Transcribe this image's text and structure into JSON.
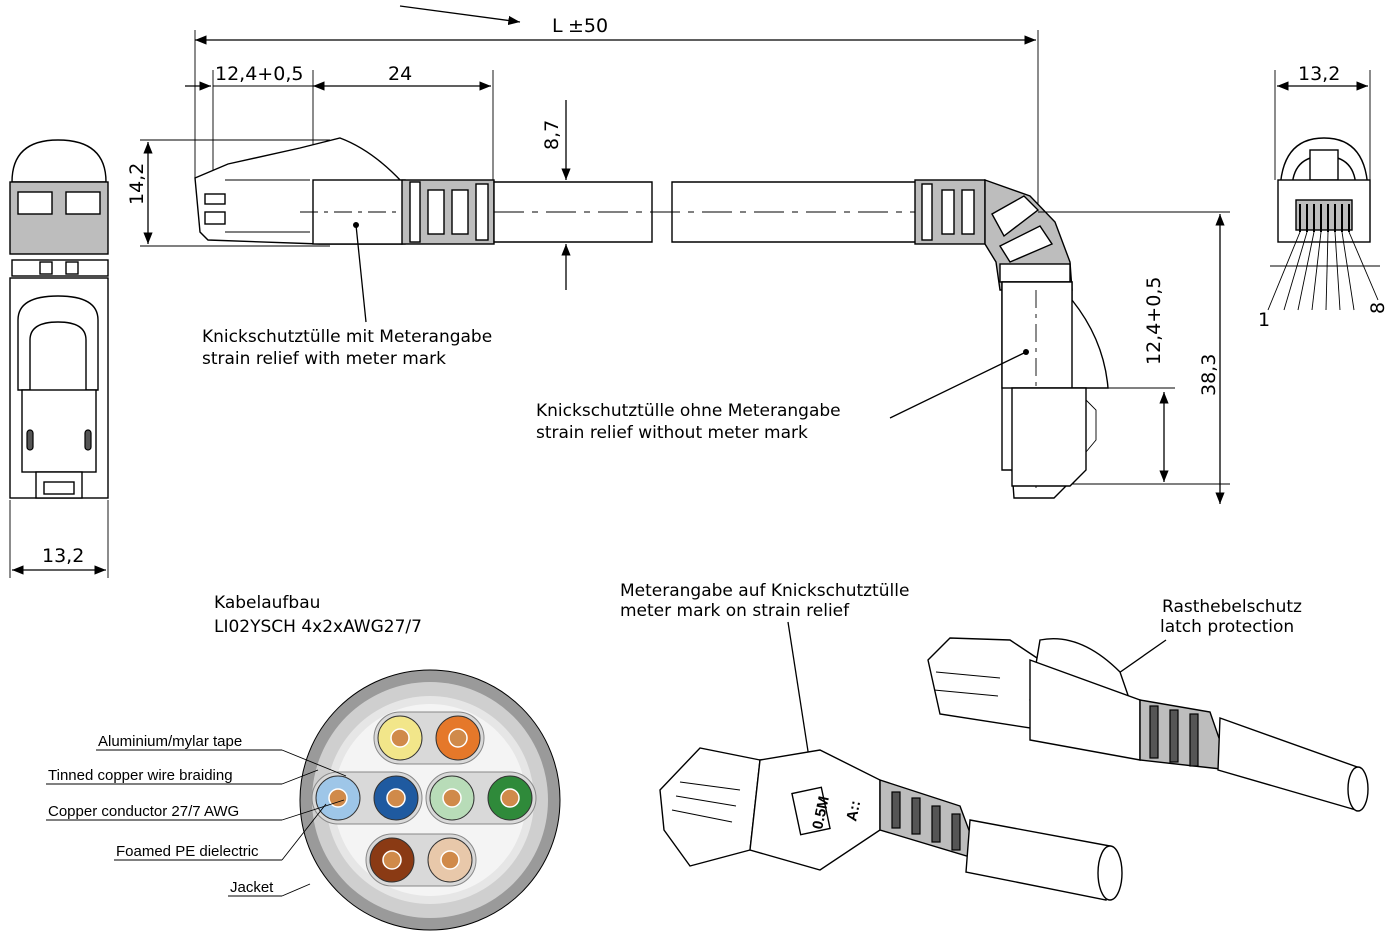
{
  "dimensions": {
    "length": "L",
    "length_tol": "±50",
    "plug_left": "12,4+0,5",
    "boot_len": "24",
    "height": "14,2",
    "cable_dia": "8,7",
    "right_plug": "12,4+0,5",
    "angle_height": "38,3",
    "width_left": "13,2",
    "width_right": "13,2",
    "pin_first": "1",
    "pin_last": "8"
  },
  "callouts": {
    "boot_mark_de": "Knickschutztülle mit Meterangabe",
    "boot_mark_en": "strain relief with meter mark",
    "boot_nomark_de": "Knickschutztülle ohne Meterangabe",
    "boot_nomark_en": "strain relief without meter mark",
    "meter_mark_de": "Meterangabe auf Knickschutztülle",
    "meter_mark_en": "meter mark on strain relief",
    "latch_de": "Rasthebelschutz",
    "latch_en": "latch protection",
    "meter_label": "0.5M",
    "a_label": "A::"
  },
  "cable": {
    "title": "Kabelaufbau",
    "spec": "LI02YSCH 4x2xAWG27/7",
    "layers": [
      "Aluminium/mylar tape",
      "Tinned copper wire braiding",
      "Copper conductor 27/7 AWG",
      "Foamed PE dielectric",
      "Jacket"
    ],
    "pair_colors": [
      "#f2e68a",
      "#e5782a",
      "#9ec6e8",
      "#1f5aa0",
      "#b8dcb8",
      "#2f8a3a",
      "#8a3a14",
      "#e8c8aa"
    ]
  }
}
